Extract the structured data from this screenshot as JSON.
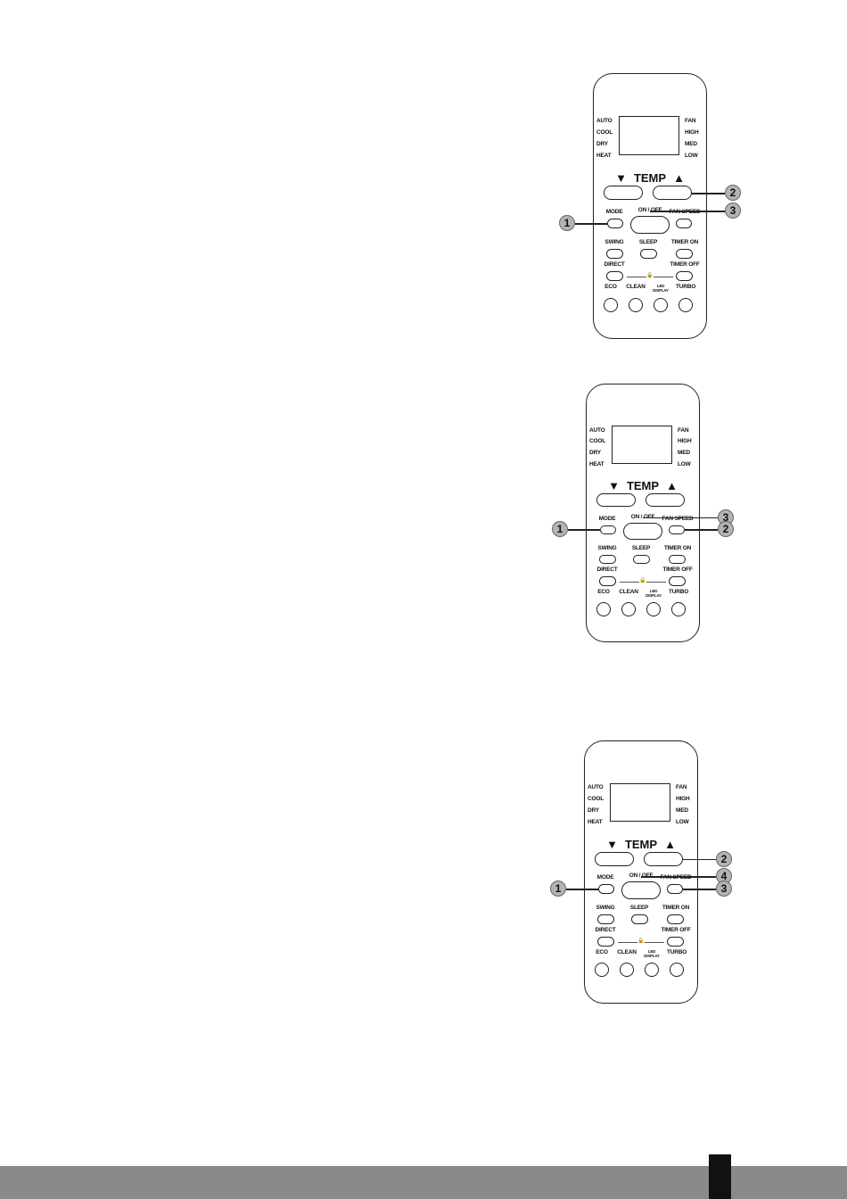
{
  "remote": {
    "mode_left": [
      "AUTO",
      "COOL",
      "DRY",
      "HEAT"
    ],
    "mode_right": [
      "FAN",
      "HIGH",
      "MED",
      "LOW"
    ],
    "temp_label": "TEMP",
    "temp_down": "▼",
    "temp_up": "▲",
    "buttons": {
      "mode": "MODE",
      "on_off": "ON / OFF",
      "fan_speed": "FAN SPEED",
      "swing": "SWING",
      "sleep": "SLEEP",
      "timer_on": "TIMER ON",
      "direct": "DIRECT",
      "timer_off": "TIMER OFF",
      "eco": "ECO",
      "clean": "CLEAN",
      "led_display": "LED DISPLAY",
      "turbo": "TURBO"
    },
    "lock_icon": "lock-icon"
  },
  "figures": [
    {
      "callouts": {
        "mode": "1",
        "temp_up": "2",
        "on_off": "3"
      }
    },
    {
      "callouts": {
        "mode": "1",
        "on_off": "3",
        "fan_speed": "2"
      }
    },
    {
      "callouts": {
        "mode": "1",
        "temp_up": "2",
        "on_off": "4",
        "fan_speed": "3"
      }
    }
  ],
  "colors": {
    "callout_fill": "#b3b3b3",
    "footer_bar": "#8a8a8a",
    "footer_block": "#111111"
  }
}
